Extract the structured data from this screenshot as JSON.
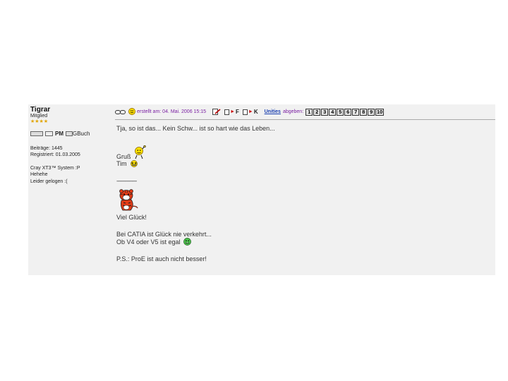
{
  "user": {
    "name": "Tigrar",
    "rank": "Mitglied",
    "stars": "★★★★",
    "pm_label": "PM",
    "guestbook_label": "GBuch",
    "posts": "Beiträge: 1445",
    "registered": "Registriert: 01.03.2005",
    "signature_line1": "Cray XT3™ System :P",
    "signature_line2": "Hehehe",
    "signature_line3": "Leider gelogen :("
  },
  "toolbar": {
    "created": "erstellt am: 04. Mai. 2006 15:15",
    "action_f": "F",
    "action_k": "K",
    "unities_label": "Unities",
    "abgeben_label": "abgeben:",
    "ratings": [
      "1",
      "2",
      "3",
      "4",
      "5",
      "6",
      "7",
      "8",
      "9",
      "10"
    ]
  },
  "post": {
    "line1": "Tja, so ist das... Kein Schw... ist so hart wie das Leben...",
    "greeting": "Gruß",
    "name": "Tim",
    "separator": "-----------------",
    "viel_glueck": "Viel Glück!",
    "catia": "Bei CATIA ist Glück nie verkehrt...",
    "version": "Ob V4 oder V5 ist egal",
    "ps": "P.S.: ProE ist auch nicht besser!"
  },
  "colors": {
    "post_bg": "#f1f1f1",
    "created_text": "#7a1fa2",
    "unities_link": "#1a3fb0",
    "stars": "#e1a400"
  }
}
